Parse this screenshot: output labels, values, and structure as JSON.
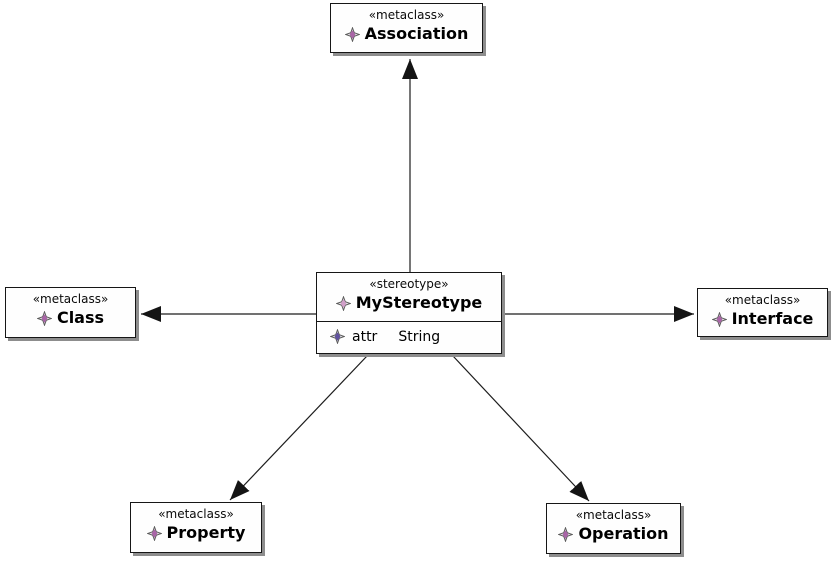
{
  "nodes": {
    "association": {
      "keyword": "«metaclass»",
      "name": "Association"
    },
    "class": {
      "keyword": "«metaclass»",
      "name": "Class"
    },
    "interface": {
      "keyword": "«metaclass»",
      "name": "Interface"
    },
    "property": {
      "keyword": "«metaclass»",
      "name": "Property"
    },
    "operation": {
      "keyword": "«metaclass»",
      "name": "Operation"
    },
    "stereotype": {
      "keyword": "«stereotype»",
      "name": "MyStereotype",
      "attributes": [
        {
          "name": "attr",
          "type": "String"
        }
      ]
    }
  },
  "edges": [
    {
      "from": "MyStereotype",
      "to": "Association"
    },
    {
      "from": "MyStereotype",
      "to": "Class"
    },
    {
      "from": "MyStereotype",
      "to": "Interface"
    },
    {
      "from": "MyStereotype",
      "to": "Property"
    },
    {
      "from": "MyStereotype",
      "to": "Operation"
    }
  ],
  "colors": {
    "metaclass_icon": "#a965a7",
    "stereotype_icon": "#d19fc9",
    "attribute_icon": "#61529f",
    "edge": "#1c1c1c",
    "node_border": "#161616",
    "node_shadow": "#8d8d8d"
  }
}
